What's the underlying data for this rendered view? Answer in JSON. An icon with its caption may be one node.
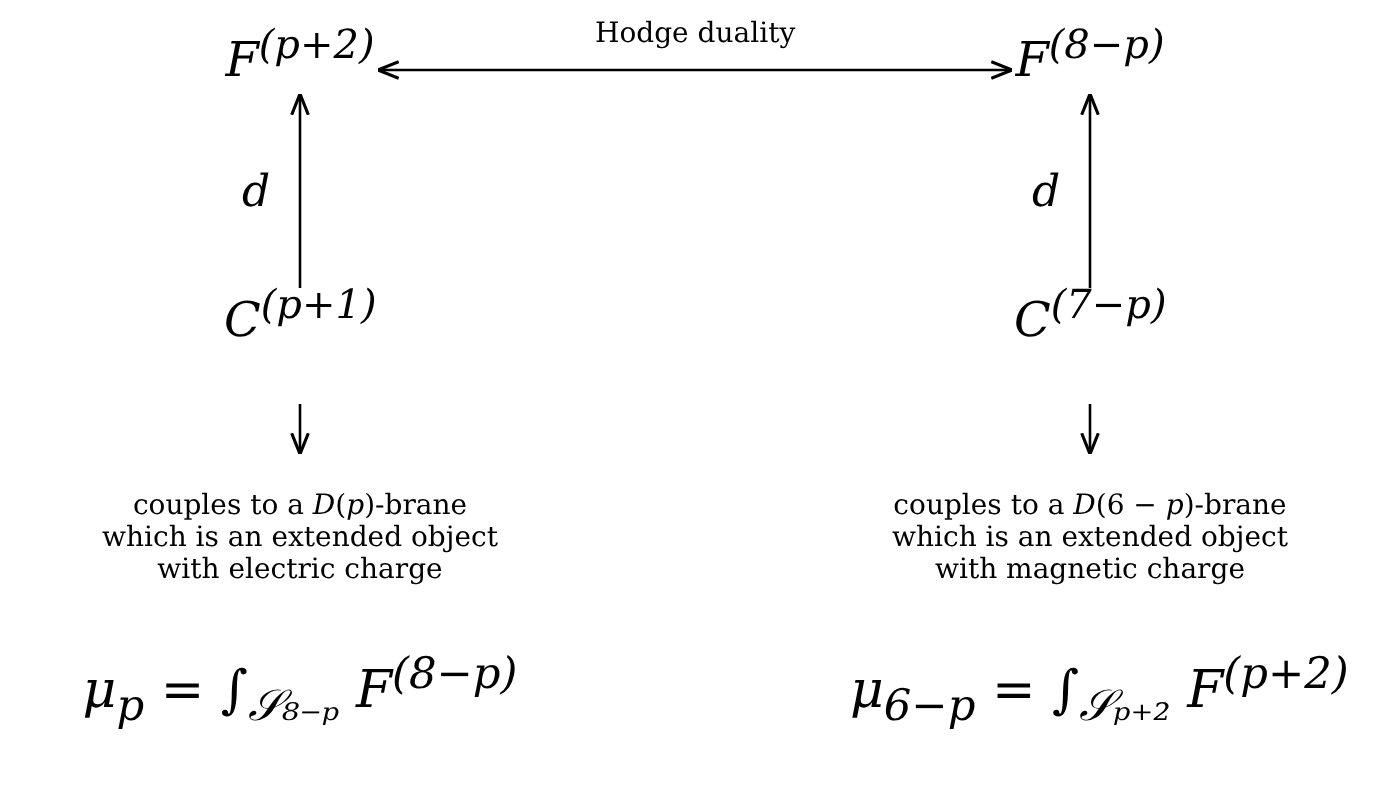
{
  "diagram": {
    "nodes": [
      {
        "text": [
          "*F*$^{(p+2)}$"
        ]
      },
      {
        "text": [
          "*C*$^{(p+1)}$"
        ]
      },
      {
        "text": [
          "couples to a *D*(*p*)-brane which is an extended object with electric charge"
        ]
      },
      {
        "text": [
          "*F*$^{(8−p)}$"
        ]
      },
      {
        "text": [
          "*C*$^{(7−p)}$"
        ]
      },
      {
        "text": [
          "couples to a *D*(6 − *p*)-brane which is an extended object with magnetic charge"
        ]
      }
    ],
    "edges": [
      {
        "from": 1,
        "to": 0,
        "arrow": "to",
        "label": "*d*"
      },
      {
        "from": 1,
        "to": 2,
        "arrow": "to"
      },
      {
        "from": 4,
        "to": 3,
        "arrow": "to",
        "label": "*d*"
      },
      {
        "from": 4,
        "to": 5,
        "arrow": "to"
      },
      {
        "from": 0,
        "to": 3,
        "arrow": "both",
        "label": "Hodge duality"
      }
    ],
    "labels": [
      "*μ*$_{p}$ = ∫$_{𝒮₈₋ₚ}$ *F*$^{(8−p)}$",
      "*μ*$_{6−p}$ = ∫$_{𝒮ₚ₊₂}$ *F*$^{(p+2)}$"
    ]
  }
}
